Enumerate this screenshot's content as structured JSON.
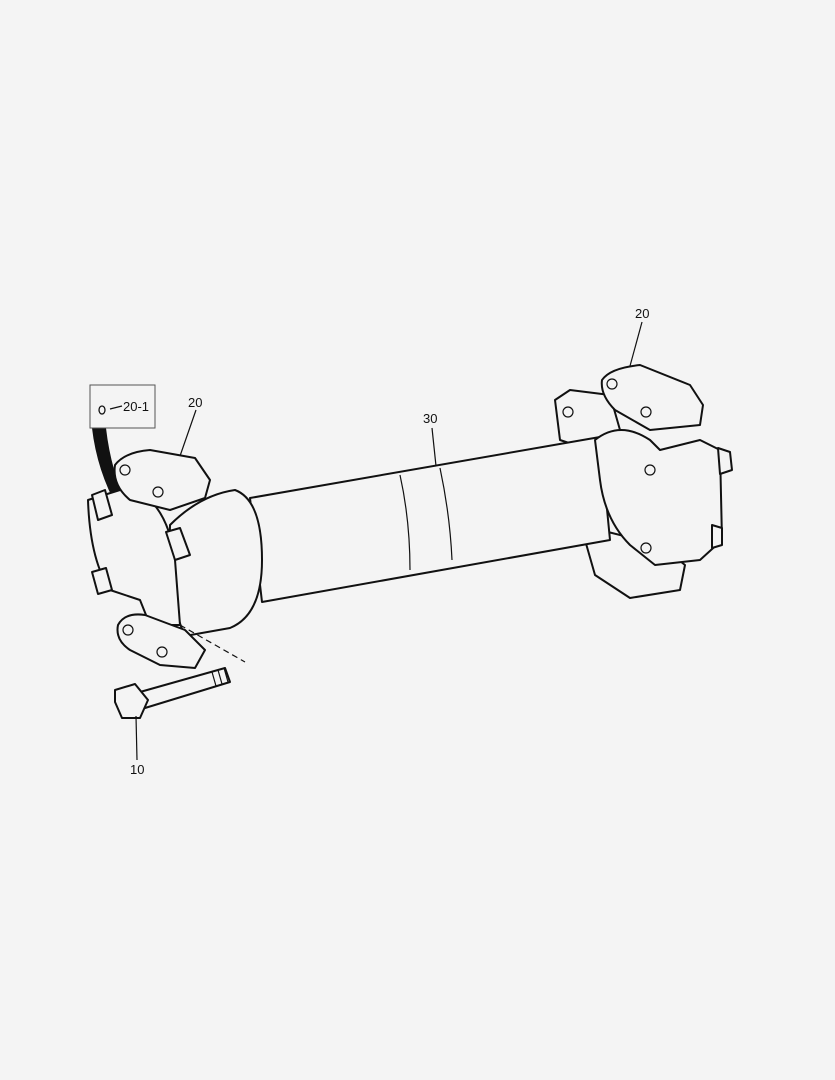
{
  "diagram": {
    "callouts": [
      {
        "id": "bolt",
        "label": "10"
      },
      {
        "id": "yoke-left",
        "label": "20"
      },
      {
        "id": "yoke-right",
        "label": "20"
      },
      {
        "id": "tube",
        "label": "30"
      },
      {
        "id": "grease-fitting",
        "label": "20-1"
      }
    ],
    "inset": {
      "label": "20-1",
      "icon": "grease-fitting-icon"
    },
    "colors": {
      "background": "#f4f4f4",
      "line": "#111111"
    }
  }
}
